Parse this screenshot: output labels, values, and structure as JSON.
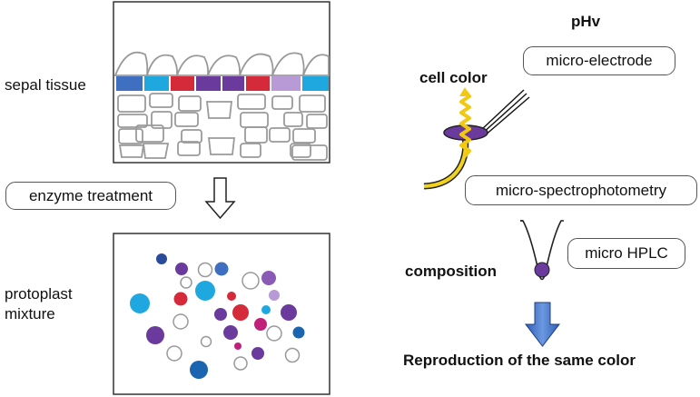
{
  "labels": {
    "sepal_tissue": "sepal tissue",
    "enzyme_treatment": "enzyme treatment",
    "protoplast_line1": "protoplast",
    "protoplast_line2": "mixture",
    "phv": "pHv",
    "micro_electrode": "micro-electrode",
    "cell_color": "cell color",
    "micro_spectrophotometry": "micro-spectrophotometry",
    "micro_hplc": "micro HPLC",
    "composition": "composition",
    "reproduction": "Reproduction of the same color"
  },
  "colors": {
    "blue": "#3f6fc0",
    "cyan": "#1fa8e0",
    "red": "#d42a3a",
    "purple": "#6a3b9c",
    "lavender": "#b79ad6",
    "magenta": "#c0207a",
    "navy": "#2a4a9a",
    "yellow": "#f2d21a",
    "arrow_blue": "#3f70c8",
    "outline": "#8a8a8a"
  }
}
